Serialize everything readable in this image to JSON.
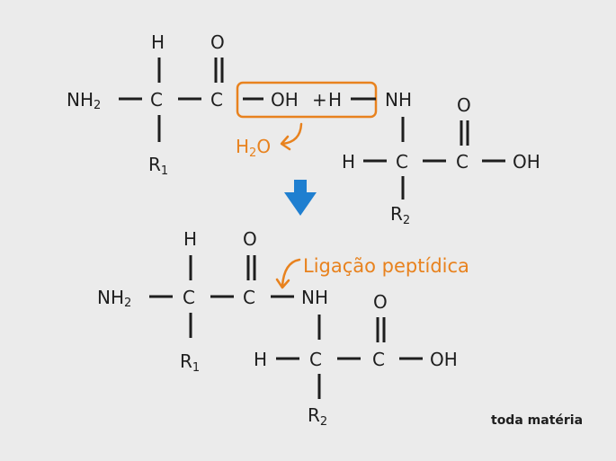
{
  "colors": {
    "text": "#1e1e1e",
    "accent": "#e8821e",
    "arrow": "#1f7fd0",
    "background": "#ebebeb"
  },
  "top": {
    "aa1": {
      "h": "H",
      "o": "O",
      "nh": "NH",
      "nh_sub": "2",
      "c_alpha": "C",
      "c_carbonyl": "C",
      "r": "R",
      "r_sub": "1"
    },
    "removed": {
      "oh": "OH",
      "plus": "+",
      "h": "H"
    },
    "aa2": {
      "nh": "NH",
      "o": "O",
      "h": "H",
      "c_alpha": "C",
      "c_carboxyl": "C",
      "oh": "OH",
      "r": "R",
      "r_sub": "2"
    },
    "water": {
      "h": "H",
      "h_sub": "2",
      "o": "O"
    }
  },
  "bottom": {
    "h": "H",
    "o1": "O",
    "nh_left": "NH",
    "nh_left_sub": "2",
    "c1": "C",
    "c2": "C",
    "nh_mid": "NH",
    "r1": "R",
    "r1_sub": "1",
    "o2": "O",
    "h2": "H",
    "c3": "C",
    "c4": "C",
    "oh": "OH",
    "r2": "R",
    "r2_sub": "2",
    "peptide_label": "Ligação peptídica"
  },
  "brand": "toda matéria",
  "icons": {
    "reaction_arrow": "arrow-down-icon"
  }
}
